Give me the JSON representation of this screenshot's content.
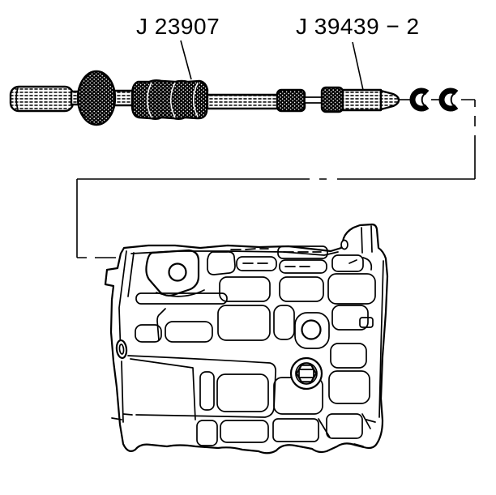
{
  "labels": {
    "tool": "J 23907",
    "adapter": "J 39439 − 2"
  },
  "colors": {
    "ink": "#000000",
    "paper": "#ffffff"
  },
  "components": {
    "tool": "slide hammer",
    "adapter": "extension adapter",
    "clips": "retainer clips",
    "case": "transmission case"
  }
}
